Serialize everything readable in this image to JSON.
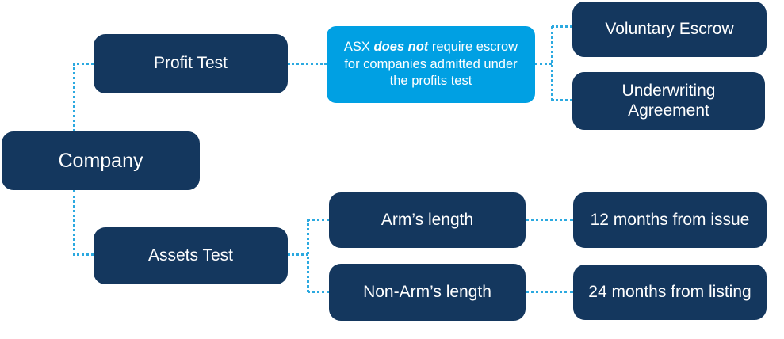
{
  "colors": {
    "navy": "#14375E",
    "lightblue": "#00A0E3",
    "connector": "#2BA9E0",
    "text": "#FFFFFF",
    "background": "#FFFFFF"
  },
  "diagram": {
    "root": {
      "label": "Company"
    },
    "profit_branch": {
      "label": "Profit Test",
      "note": {
        "prefix": "ASX ",
        "emphasis": "does not",
        "suffix": " require escrow for companies admitted under the profits test"
      },
      "outcomes": [
        {
          "label": "Voluntary Escrow"
        },
        {
          "label": "Underwriting Agreement"
        }
      ]
    },
    "assets_branch": {
      "label": "Assets Test",
      "categories": [
        {
          "label": "Arm’s length",
          "outcome": "12 months from issue"
        },
        {
          "label": "Non-Arm’s length",
          "outcome": "24 months from listing"
        }
      ]
    }
  }
}
